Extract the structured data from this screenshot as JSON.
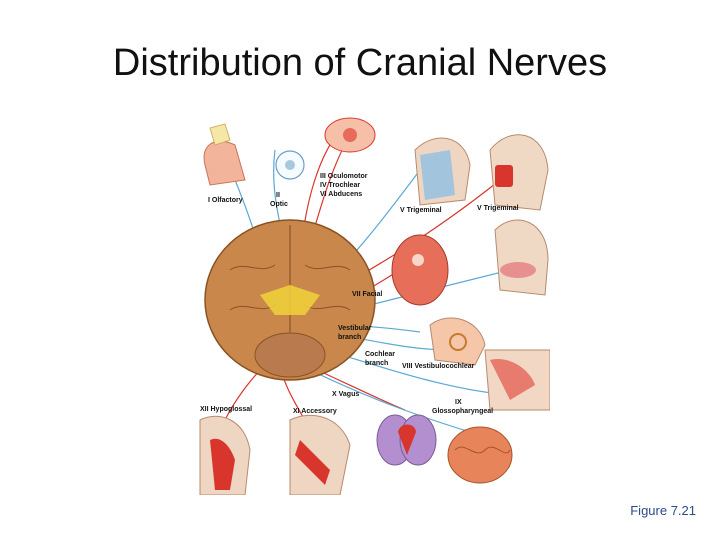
{
  "title": "Distribution of Cranial Nerves",
  "figure_label": "Figure 7.21",
  "nerve_labels": {
    "olfactory": "I Olfactory",
    "optic_1": "II",
    "optic_2": "Optic",
    "oculomotor": "III Oculomotor",
    "trochlear": "IV Trochlear",
    "abducens": "VI Abducens",
    "trigeminal_a": "V Trigeminal",
    "trigeminal_b": "V Trigeminal",
    "facial": "VII Facial",
    "vestibular_1": "Vestibular",
    "vestibular_2": "branch",
    "cochlear_1": "Cochlear",
    "cochlear_2": "branch",
    "vestibulocochlear": "VIII Vestibulocochlear",
    "vagus": "X Vagus",
    "glosso_1": "IX",
    "glosso_2": "Glossopharyngeal",
    "hypoglossal": "XII Hypoglossal",
    "accessory": "XI Accessory"
  },
  "colors": {
    "nerve_red": "#d8362c",
    "nerve_blue": "#5aa9d6",
    "nerve_yellow": "#f1d23a",
    "brain": "#c9874c",
    "tissue": "#f2b49b"
  }
}
